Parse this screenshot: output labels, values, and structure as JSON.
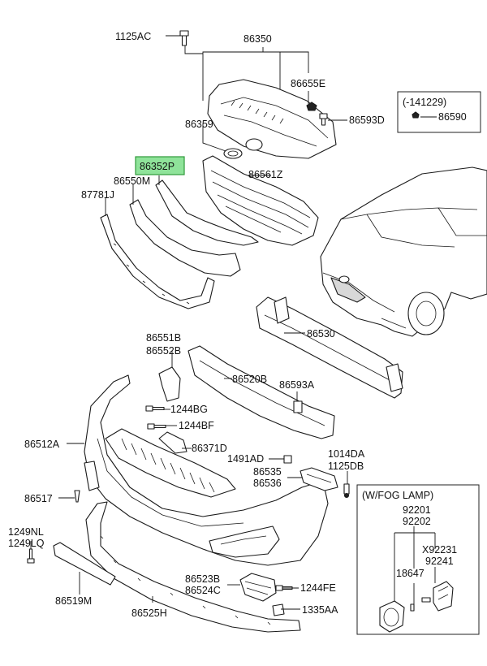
{
  "diagram": {
    "labels": {
      "p1125AC": "1125AC",
      "p86350": "86350",
      "p86655E": "86655E",
      "p86359": "86359",
      "p86593D": "86593D",
      "range_box": "(-141229)",
      "p86590": "86590",
      "p86352P": "86352P",
      "p86550M": "86550M",
      "p87781J": "87781J",
      "p86561Z": "86561Z",
      "p86530": "86530",
      "p86551B": "86551B",
      "p86552B": "86552B",
      "p86520B": "86520B",
      "p86593A": "86593A",
      "p1244BG": "1244BG",
      "p1244BF": "1244BF",
      "p86371D": "86371D",
      "p86512A": "86512A",
      "p1491AD": "1491AD",
      "p1014DA": "1014DA",
      "p1125DB": "1125DB",
      "p86535": "86535",
      "p86536": "86536",
      "p86517": "86517",
      "fog_title": "(W/FOG LAMP)",
      "p92201": "92201",
      "p92202": "92202",
      "p1249NL": "1249NL",
      "p1249LQ": "1249LQ",
      "pX92231": "X92231",
      "p92241": "92241",
      "p18647": "18647",
      "p86523B": "86523B",
      "p86524C": "86524C",
      "p1244FE": "1244FE",
      "p86519M": "86519M",
      "p86525H": "86525H",
      "p1335AA": "1335AA"
    },
    "highlight_color": "#8fe39a"
  }
}
